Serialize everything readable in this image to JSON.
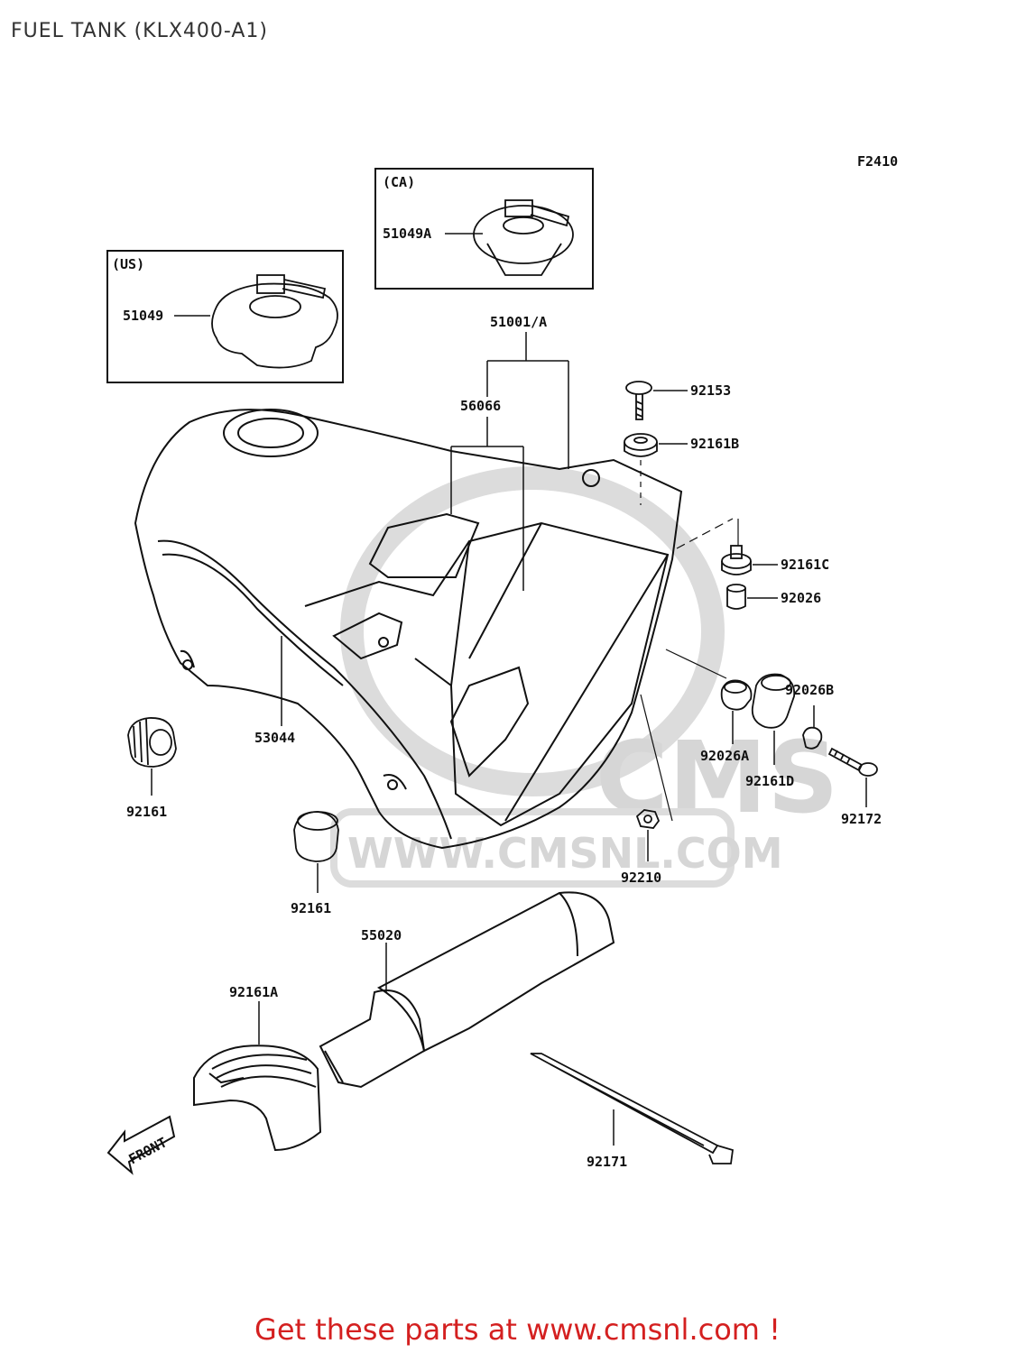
{
  "header": {
    "title": "FUEL TANK (KLX400-A1)"
  },
  "diagram": {
    "figure_code": "F2410",
    "region_tags": {
      "ca": "(CA)",
      "us": "(US)"
    },
    "watermark": {
      "brand": "CMS",
      "url": "WWW.CMSNL.COM"
    },
    "front_marker": "FRONT",
    "parts": {
      "p51049A": "51049A",
      "p51049": "51049",
      "p51001A": "51001/A",
      "p56066": "56066",
      "p92153": "92153",
      "p92161B": "92161B",
      "p92161C": "92161C",
      "p92026": "92026",
      "p92026B": "92026B",
      "p92026A": "92026A",
      "p92161D": "92161D",
      "p92172": "92172",
      "p53044": "53044",
      "p92161_left": "92161",
      "p92161_mid": "92161",
      "p92210": "92210",
      "p55020": "55020",
      "p92161A": "92161A",
      "p92171": "92171"
    }
  },
  "footer": {
    "cta": "Get these parts at www.cmsnl.com !"
  },
  "colors": {
    "line": "#111111",
    "watermark": "#d6d6d6",
    "cta": "#d42020"
  }
}
